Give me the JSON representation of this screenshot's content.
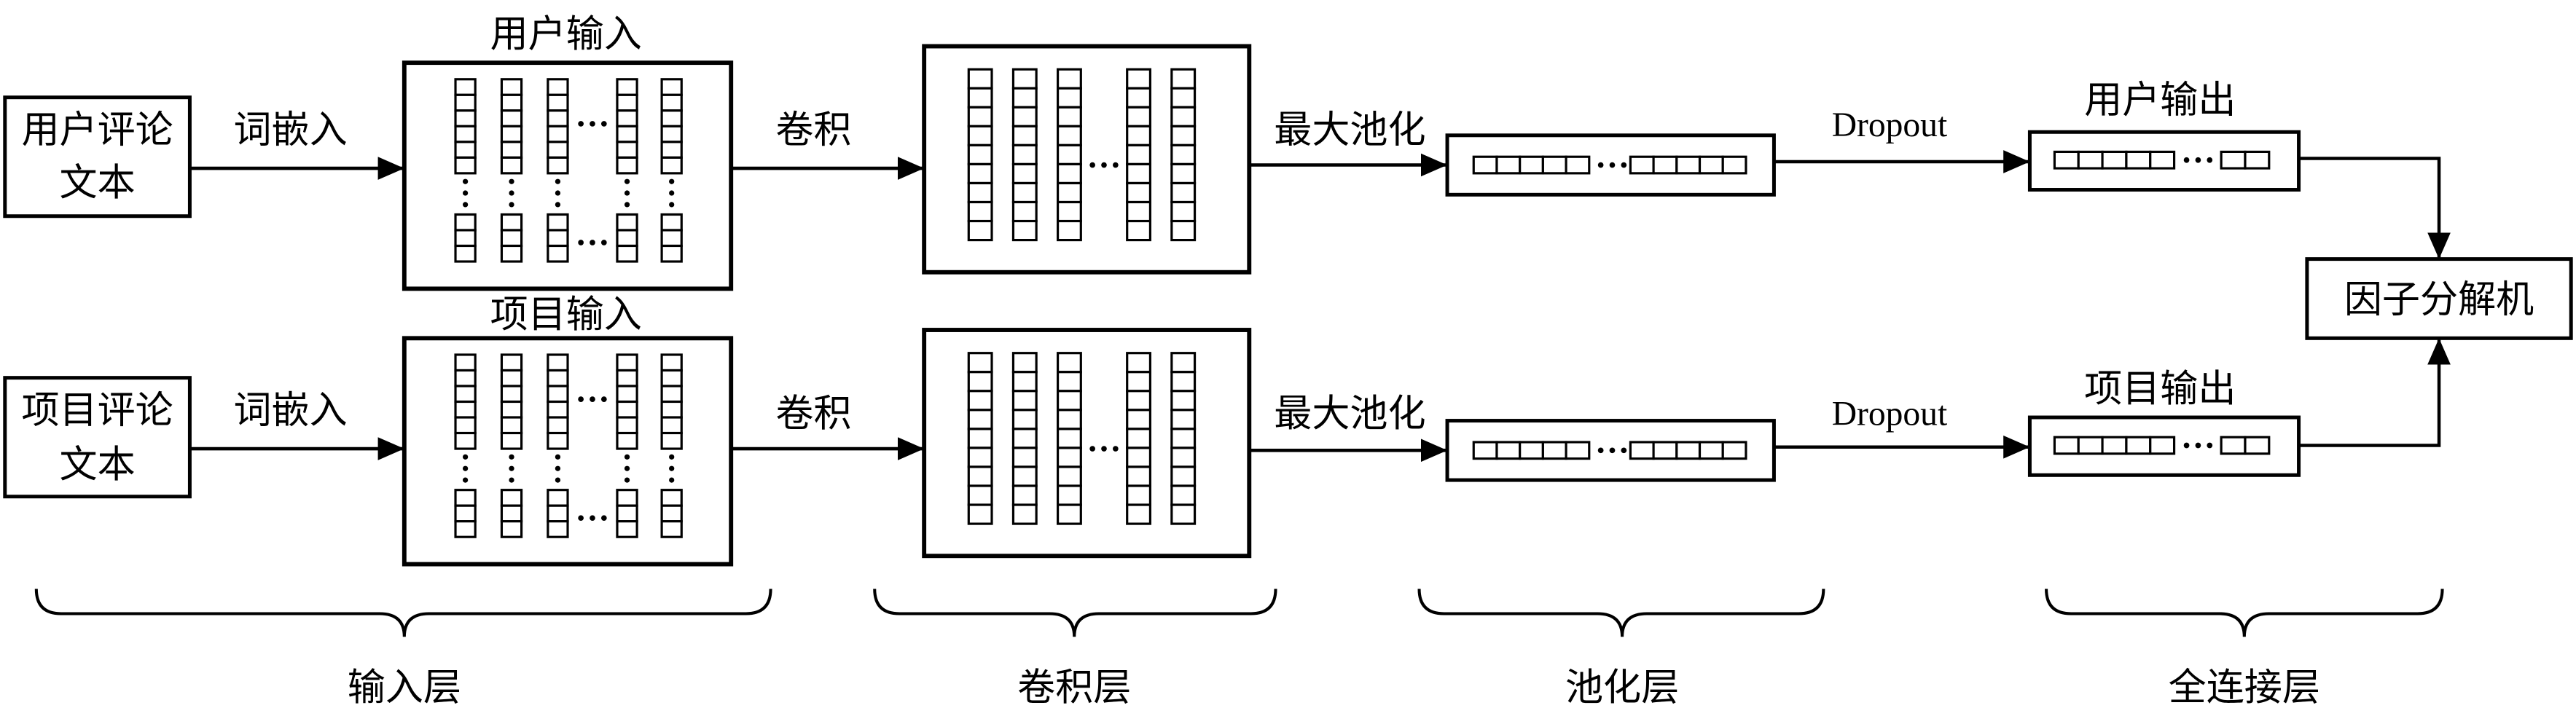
{
  "rows": [
    {
      "source_line1": "用户评论",
      "source_line2": "文本",
      "embed_label": "词嵌入",
      "input_title": "用户输入",
      "conv_label": "卷积",
      "pool_label": "最大池化",
      "dropout_label": "Dropout",
      "output_title": "用户输出"
    },
    {
      "source_line1": "项目评论",
      "source_line2": "文本",
      "embed_label": "词嵌入",
      "input_title": "项目输入",
      "conv_label": "卷积",
      "pool_label": "最大池化",
      "dropout_label": "Dropout",
      "output_title": "项目输出"
    }
  ],
  "fm_label": "因子分解机",
  "layers": [
    {
      "label": "输入层"
    },
    {
      "label": "卷积层"
    },
    {
      "label": "池化层"
    },
    {
      "label": "全连接层"
    }
  ]
}
